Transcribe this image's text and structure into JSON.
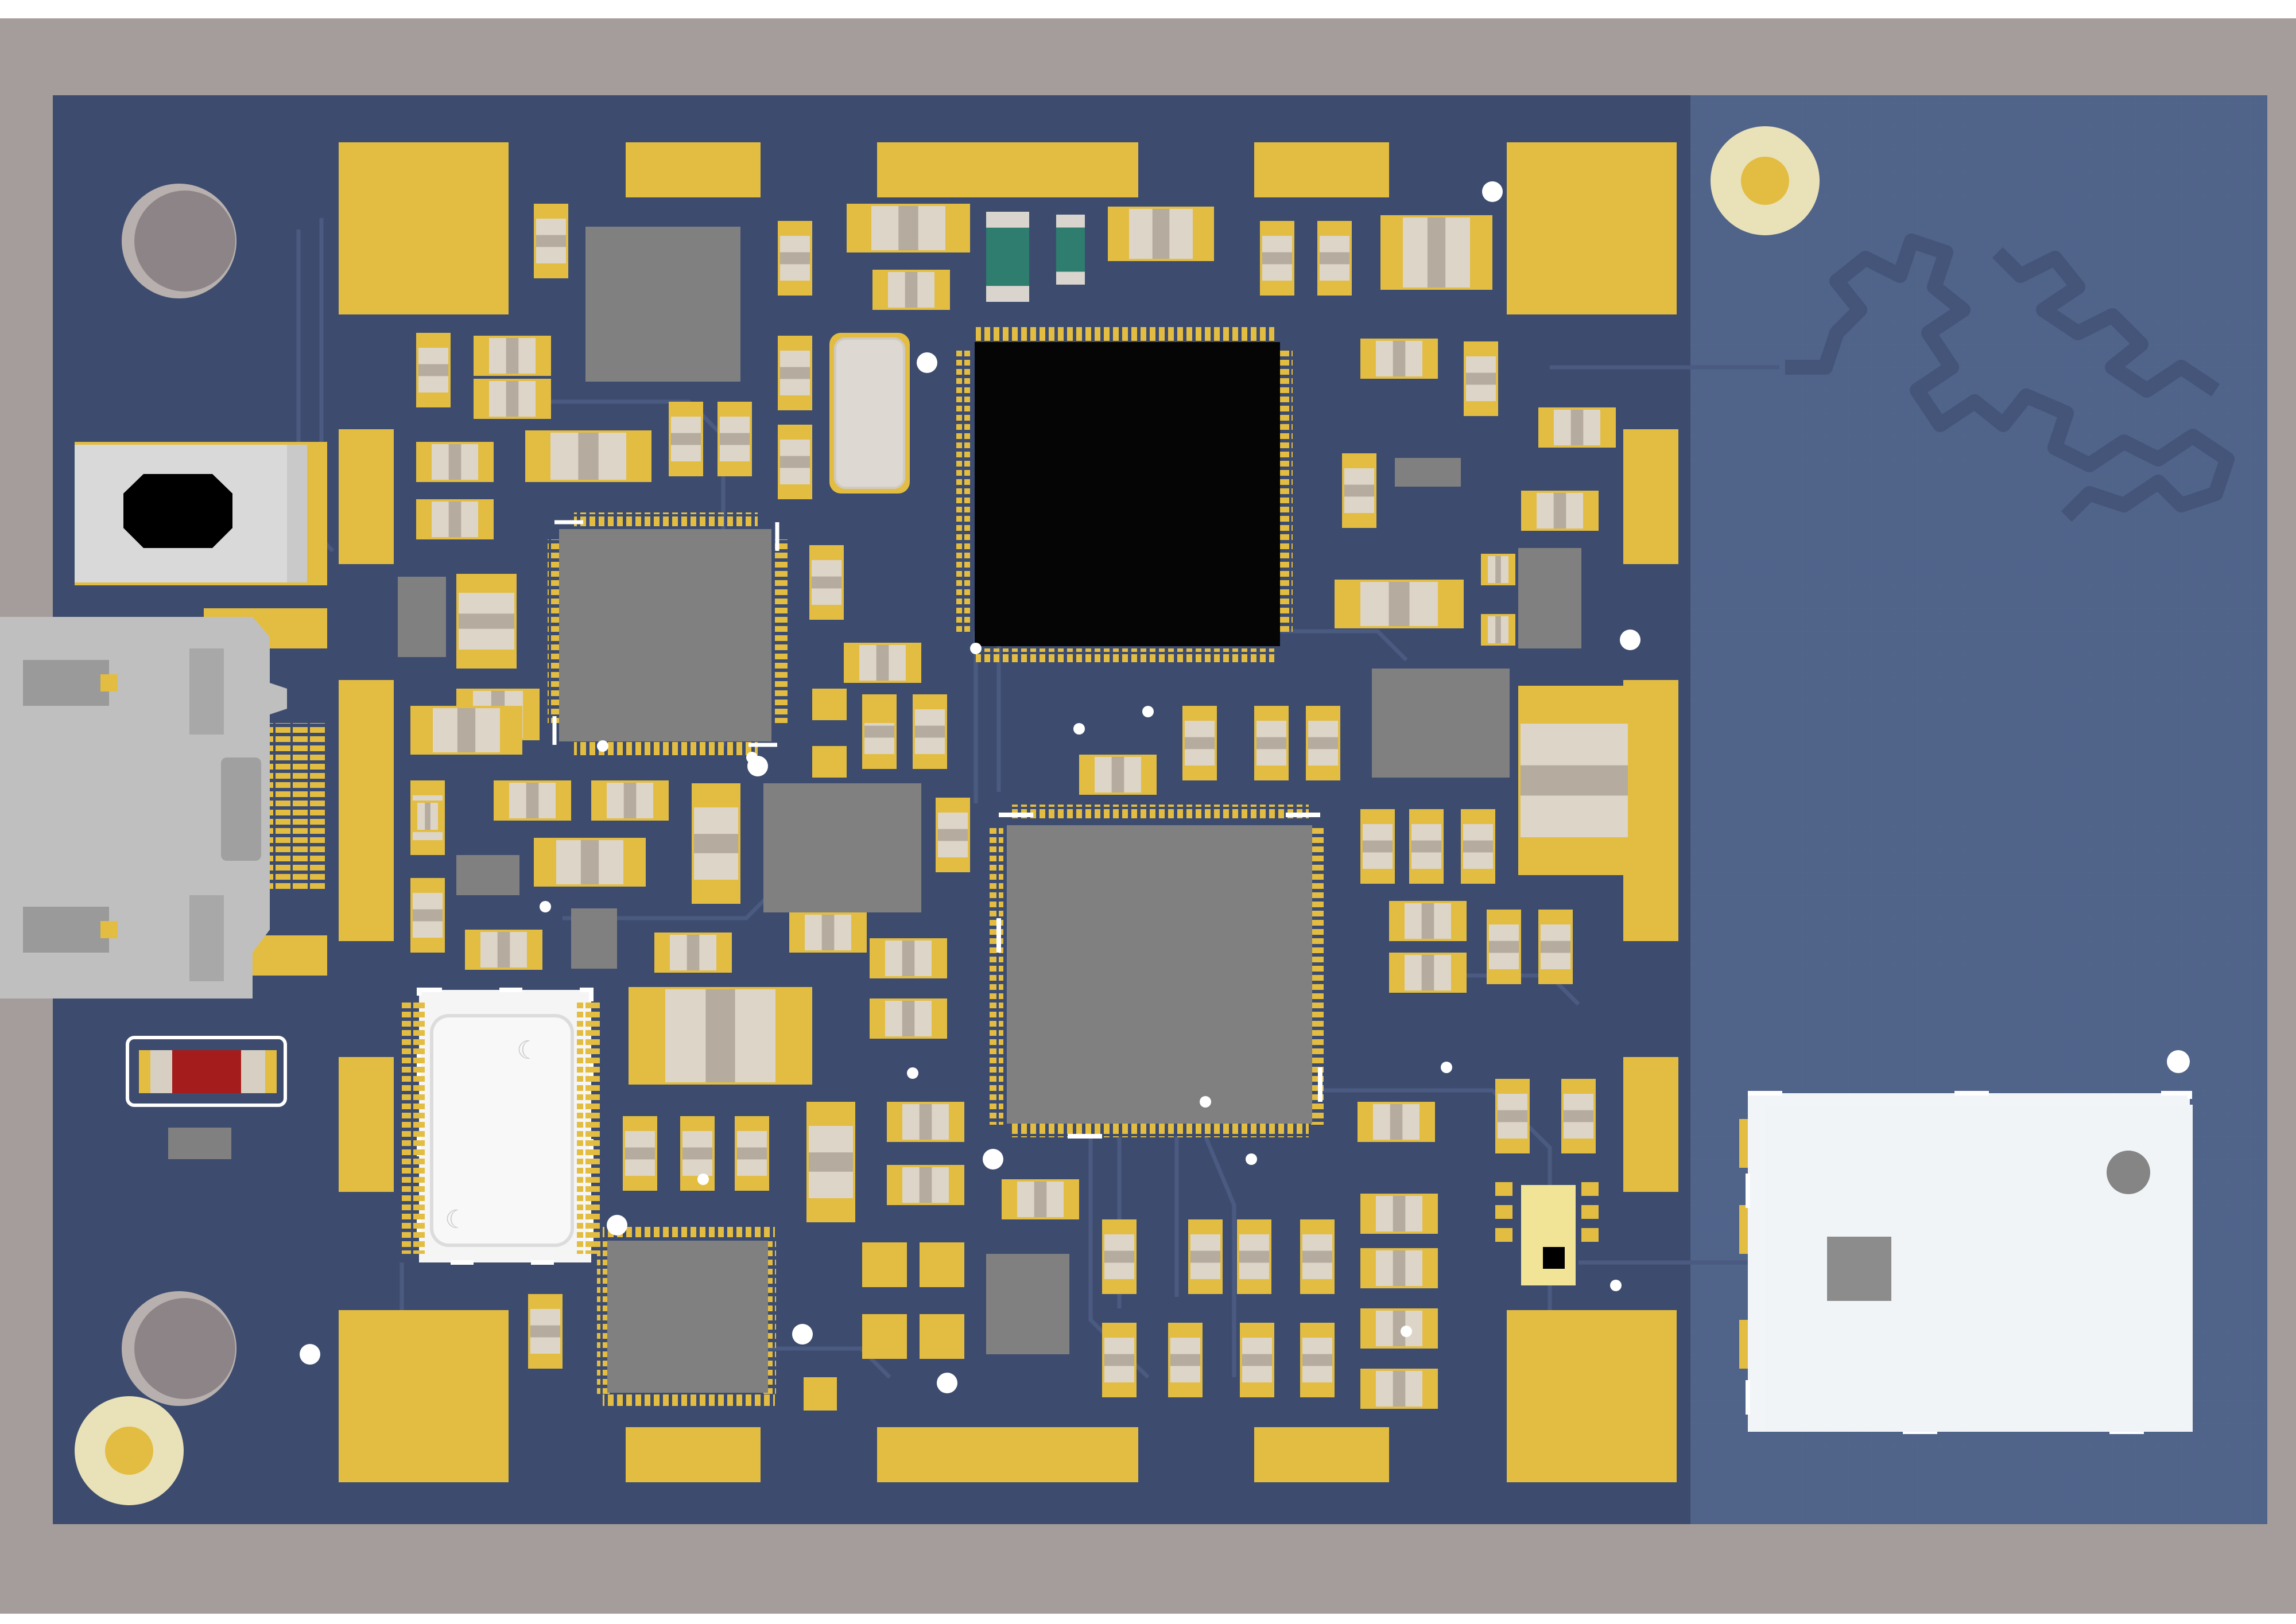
{
  "scene": {
    "subject": "pcb-render",
    "colors": {
      "background": "#ffffff",
      "frame": "#a59d9b",
      "board": "#3d4c6e",
      "antenna_zone": "#506389",
      "trace": "#4a5a80",
      "copper_pad": "#e3bd42",
      "chip_black": "#050505",
      "chip_grey": "#808080",
      "module_white": "#f2f5f8",
      "led_red": "#a41c1c",
      "resistor_teal": "#2e7d6e",
      "hole": "#8d8487",
      "hole_ring": "#e9e1b8",
      "via": "#ffffff",
      "connector_metal": "#bfbfbf"
    },
    "components": {
      "mcu": "bga-black-chip",
      "qfn_large": "qfn-chip",
      "qfn_small_1": "qfn-chip",
      "qfn_small_2": "qfn-chip",
      "crystal": "crystal-oscillator",
      "usb": "micro-usb-connector",
      "switch": "slide-switch",
      "rf_module": "rf-shield-module",
      "sensor": "white-sensor-package",
      "led": "red-led",
      "antenna": "pcb-trace-antenna"
    }
  }
}
